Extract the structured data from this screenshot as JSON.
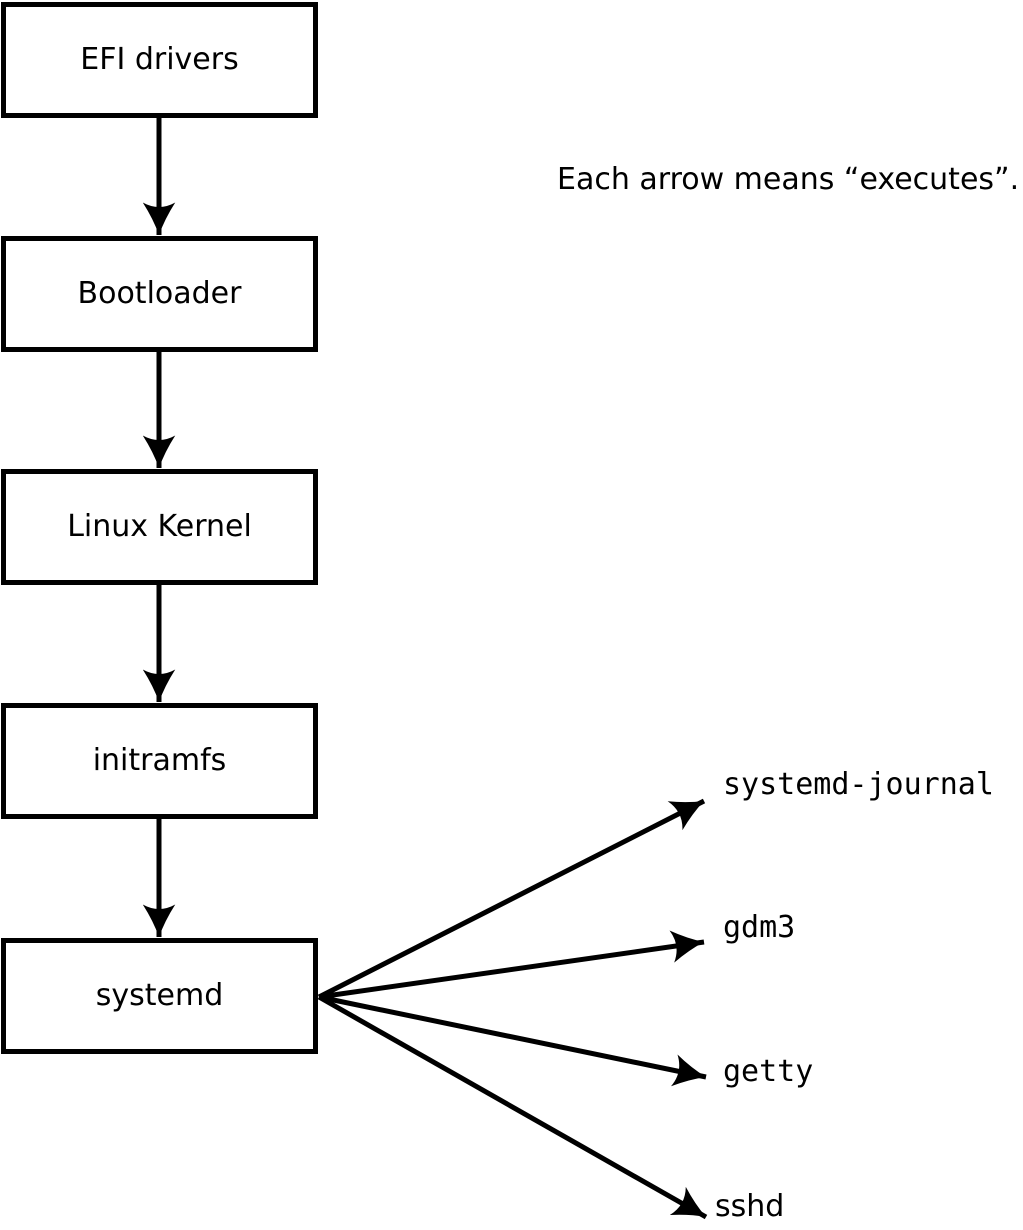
{
  "diagram": {
    "note": "Each arrow means “executes”.",
    "chain": [
      {
        "id": "efi-drivers",
        "label": "EFI drivers"
      },
      {
        "id": "bootloader",
        "label": "Bootloader"
      },
      {
        "id": "linux-kernel",
        "label": "Linux Kernel"
      },
      {
        "id": "initramfs",
        "label": "initramfs"
      },
      {
        "id": "systemd",
        "label": "systemd"
      }
    ],
    "targets": [
      {
        "id": "systemd-journal",
        "label": "systemd-journal"
      },
      {
        "id": "gdm3",
        "label": "gdm3"
      },
      {
        "id": "getty",
        "label": "getty"
      },
      {
        "id": "sshd",
        "label": "sshd"
      }
    ],
    "edges": [
      {
        "from": "efi-drivers",
        "to": "bootloader"
      },
      {
        "from": "bootloader",
        "to": "linux-kernel"
      },
      {
        "from": "linux-kernel",
        "to": "initramfs"
      },
      {
        "from": "initramfs",
        "to": "systemd"
      },
      {
        "from": "systemd",
        "to": "systemd-journal"
      },
      {
        "from": "systemd",
        "to": "gdm3"
      },
      {
        "from": "systemd",
        "to": "getty"
      },
      {
        "from": "systemd",
        "to": "sshd"
      }
    ],
    "colors": {
      "stroke": "#000000",
      "text": "#000000",
      "box_fill": "#ffffff",
      "background": "#ffffff"
    }
  }
}
